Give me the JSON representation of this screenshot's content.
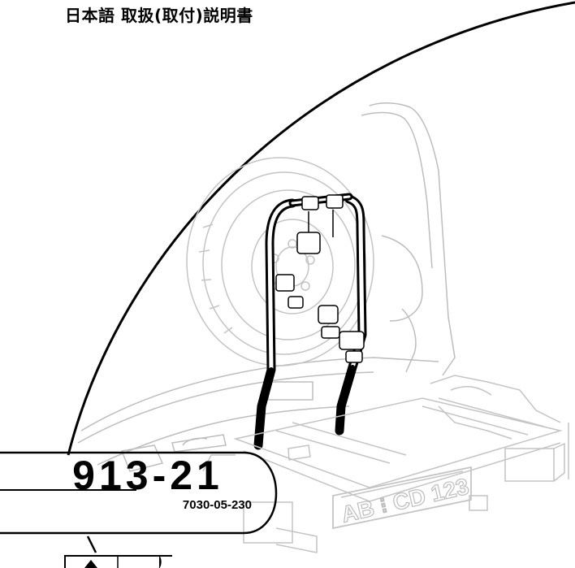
{
  "header": {
    "title": "日本語 取扱(取付)説明書"
  },
  "product": {
    "model_number": "913-21",
    "part_number": "7030-05-230"
  },
  "illustration": {
    "subject": "bike-carrier-on-spare-wheel",
    "license_plate": "AB CD 123"
  },
  "icons": {
    "warning": "warning-triangle-icon",
    "step": "half-circle-icon"
  }
}
